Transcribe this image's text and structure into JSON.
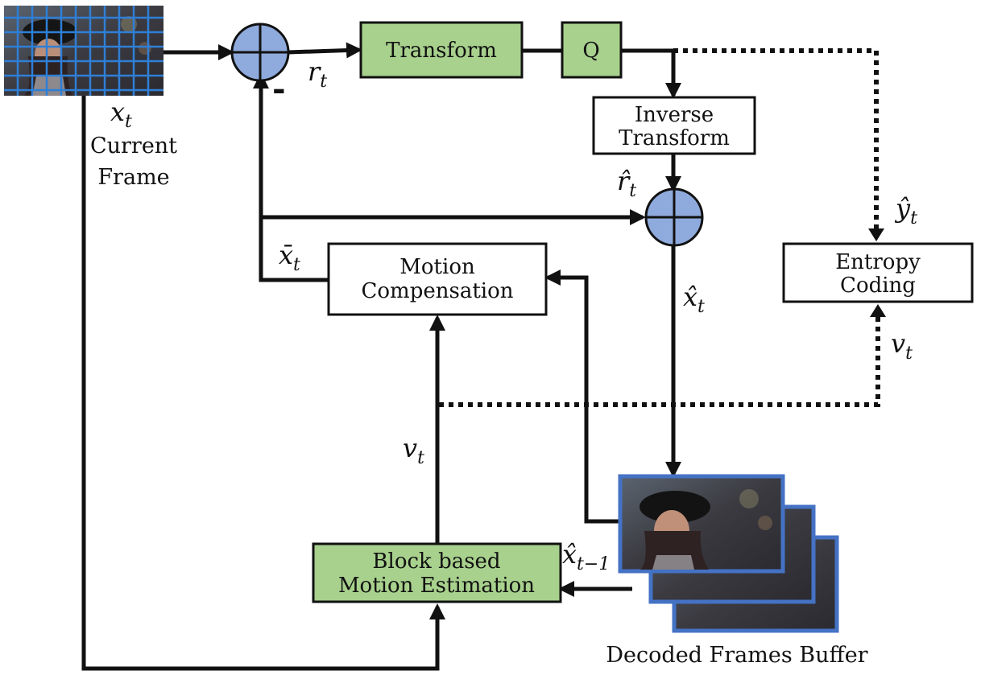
{
  "colors": {
    "green_box": "#a8d18d",
    "adder": "#8faadc",
    "frame_border": "#4472c4",
    "line": "#111111"
  },
  "blocks": {
    "transform": "Transform",
    "quantize": "Q",
    "inverse_transform_1": "Inverse",
    "inverse_transform_2": "Transform",
    "entropy_1": "Entropy",
    "entropy_2": "Coding",
    "motion_comp_1": "Motion",
    "motion_comp_2": "Compensation",
    "motion_est_1": "Block based",
    "motion_est_2": "Motion Estimation"
  },
  "labels": {
    "current_frame_1": "Current",
    "current_frame_2": "Frame",
    "decoded_buffer": "Decoded Frames Buffer",
    "minus_sign": "-"
  },
  "variables": {
    "x_t": {
      "base": "x",
      "sub": "t"
    },
    "r_t": {
      "base": "r",
      "sub": "t"
    },
    "r_hat_t": {
      "base": "r̂",
      "sub": "t"
    },
    "y_hat_t": {
      "base": "ŷ",
      "sub": "t"
    },
    "x_bar_t": {
      "base": "x̄",
      "sub": "t"
    },
    "x_hat_t": {
      "base": "x̂",
      "sub": "t"
    },
    "v_t_right": {
      "base": "v",
      "sub": "t"
    },
    "v_t_mid": {
      "base": "v",
      "sub": "t"
    },
    "x_hat_prev": {
      "base": "x̂",
      "sub": "t−1"
    }
  },
  "icons": {
    "current_frame": "current-frame-image",
    "decoded_frames": "decoded-frames-images"
  }
}
